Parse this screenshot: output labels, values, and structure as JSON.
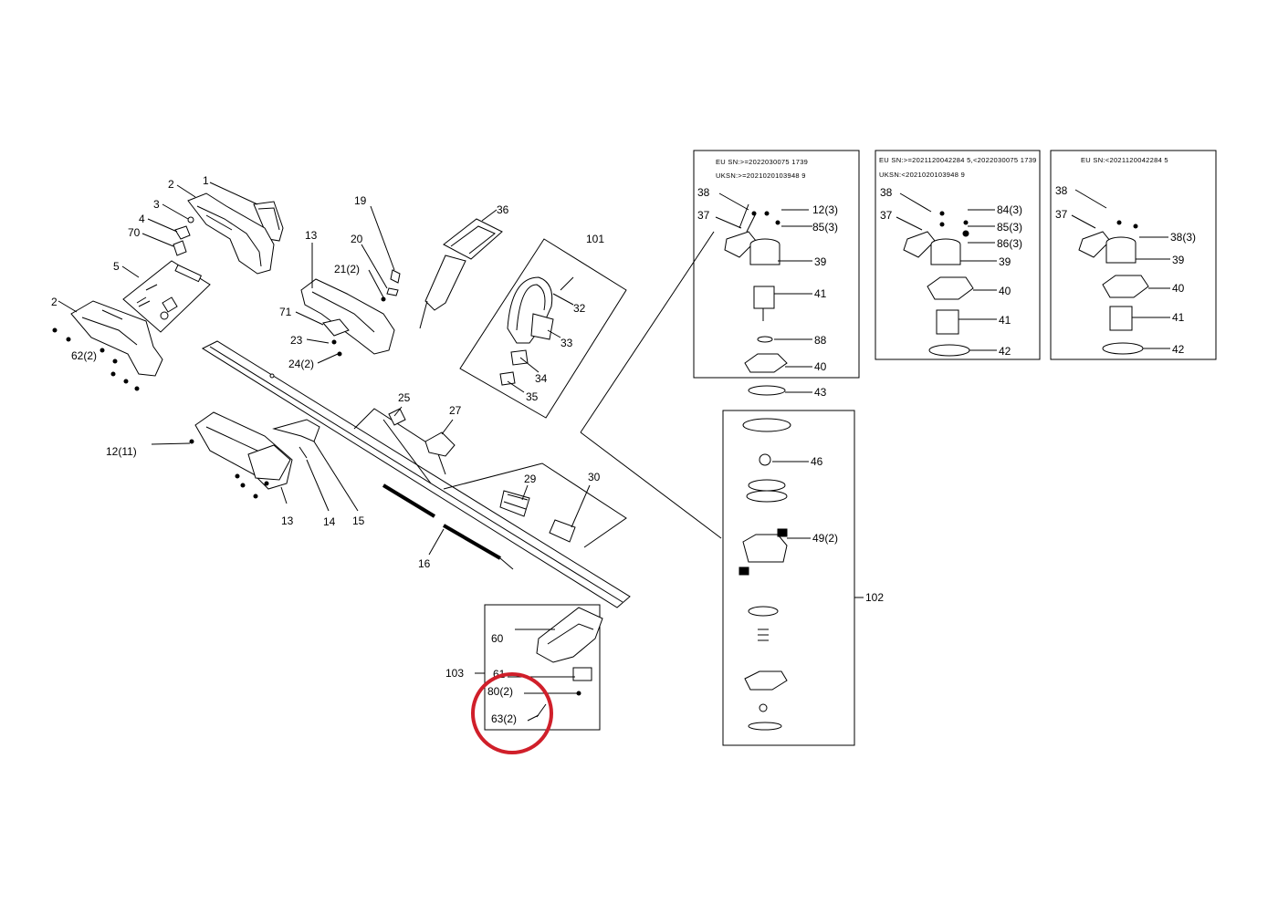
{
  "diagram": {
    "labels": {
      "p1": "1",
      "p2a": "2",
      "p2b": "2",
      "p3": "3",
      "p4": "4",
      "p5": "5",
      "p70": "70",
      "p62": "62(2)",
      "p12_11": "12(11)",
      "p13a": "13",
      "p13b": "13",
      "p14": "14",
      "p15": "15",
      "p16": "16",
      "p19": "19",
      "p20": "20",
      "p21": "21(2)",
      "p71": "71",
      "p23": "23",
      "p24": "24(2)",
      "p25": "25",
      "p27": "27",
      "p29": "29",
      "p30": "30",
      "p36": "36",
      "p101": "101",
      "p32": "32",
      "p33": "33",
      "p34": "34",
      "p35": "35",
      "p60": "60",
      "p61": "61",
      "p80": "80(2)",
      "p63": "63(2)",
      "p103": "103",
      "p102": "102",
      "p43": "43",
      "p46": "46",
      "p49": "49(2)",
      "a38": "38",
      "a37": "37",
      "a12": "12(3)",
      "a85": "85(3)",
      "a39": "39",
      "a41": "41",
      "a88": "88",
      "a40": "40",
      "b38": "38",
      "b37": "37",
      "b84": "84(3)",
      "b85": "85(3)",
      "b86": "86(3)",
      "b39": "39",
      "b40": "40",
      "b41": "41",
      "b42": "42",
      "c38": "38",
      "c37": "37",
      "c38_3": "38(3)",
      "c39": "39",
      "c40": "40",
      "c41": "41",
      "c42": "42"
    },
    "serials": {
      "a_eu": "EU SN:>=2022030075 1739",
      "a_uk": "UKSN:>=2021020103948 9",
      "b_eu": "EU SN:>=2021120042284 5,<2022030075 1739",
      "b_uk": "UKSN:<2021020103948 9",
      "c_eu": "EU SN:<2021120042284 5"
    },
    "highlight_color": "#d01f2a"
  }
}
